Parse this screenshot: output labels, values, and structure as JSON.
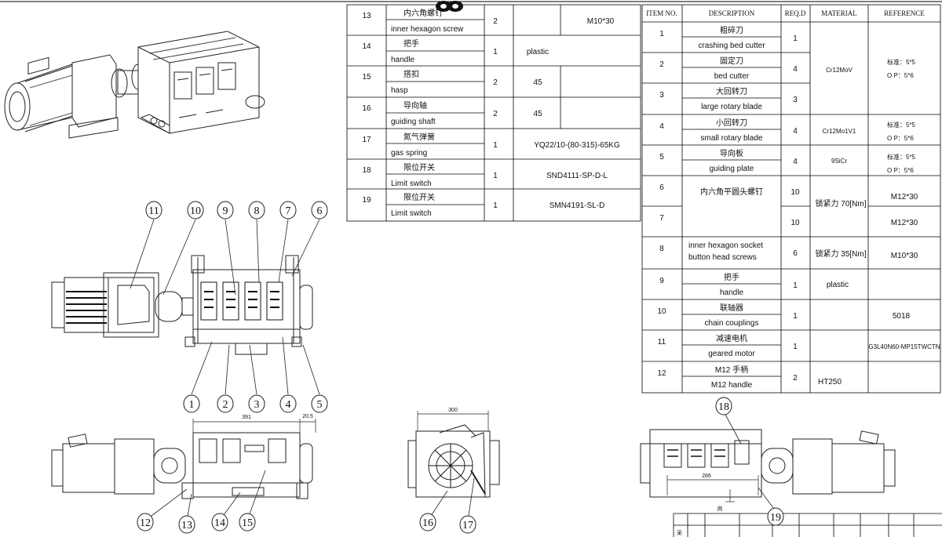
{
  "top_table": {
    "rows": [
      {
        "no": "13",
        "cn": "内六角螺钉",
        "en": "inner hexagon screw",
        "qty": "2",
        "material": "",
        "reference": "M10*30"
      },
      {
        "no": "14",
        "cn": "把手",
        "en": "handle",
        "qty": "1",
        "material": "plastic",
        "reference": ""
      },
      {
        "no": "15",
        "cn": "搭扣",
        "en": "hasp",
        "qty": "2",
        "material": "45",
        "reference": ""
      },
      {
        "no": "16",
        "cn": "导向轴",
        "en": "guiding shaft",
        "qty": "2",
        "material": "45",
        "reference": ""
      },
      {
        "no": "17",
        "cn": "氮气弹簧",
        "en": "gas spring",
        "qty": "1",
        "material": "",
        "reference": "YQ22/10-(80-315)-65KG"
      },
      {
        "no": "18",
        "cn": "限位开关",
        "en": "Limit switch",
        "qty": "1",
        "material": "",
        "reference": "SND4111-SP-D-L"
      },
      {
        "no": "19",
        "cn": "限位开关",
        "en": "Limit switch",
        "qty": "1",
        "material": "",
        "reference": "SMN4191-SL-D"
      }
    ]
  },
  "parts_table": {
    "headers": {
      "item": "ITEM NO.",
      "desc": "DESCRIPTION",
      "req": "REQ.D",
      "material": "MATERIAL",
      "reference": "REFERENCE"
    },
    "rows": [
      {
        "no": "1",
        "cn": "粗碎刀",
        "en": "crashing bed cutter",
        "qty": "1"
      },
      {
        "no": "2",
        "cn": "固定刀",
        "en": "bed cutter",
        "qty": "4"
      },
      {
        "no": "3",
        "cn": "大回转刀",
        "en": "large rotary blade",
        "qty": "3"
      },
      {
        "no": "4",
        "cn": "小回转刀",
        "en": "small rotary blade",
        "qty": "4"
      },
      {
        "no": "5",
        "cn": "导向板",
        "en": "guiding plate",
        "qty": "4"
      },
      {
        "no": "6",
        "qty": "10"
      },
      {
        "no": "7",
        "qty": "10"
      },
      {
        "no": "8",
        "qty": "6"
      },
      {
        "no": "9",
        "cn": "把手",
        "en": "handle",
        "qty": "1"
      },
      {
        "no": "10",
        "cn": "联轴器",
        "en": "chain couplings",
        "qty": "1"
      },
      {
        "no": "11",
        "cn": "减速电机",
        "en": "geared motor",
        "qty": "1"
      },
      {
        "no": "12",
        "cn": "M12 手柄",
        "en": "M12 handle",
        "qty": "2"
      }
    ],
    "screw_cn": "内六角平圆头螺钉",
    "screw_en_1": "inner hexagon socket",
    "screw_en_2": "button head screws",
    "materials": {
      "m1_2": "Cr12MoV",
      "m4": "Cr12Mo1V1",
      "m5": "9SiCr",
      "m6": "锁紧力 70[Nm]",
      "m8": "锁紧力 35[Nm]",
      "m9": "plastic",
      "m12": "HT250"
    },
    "references": {
      "std_a": "标准：5*5",
      "op_a": "O P：5*6",
      "std_b": "标准：5*5",
      "op_b": "O P：5*6",
      "std_c": "标准：5*5",
      "op_c": "O P：5*6",
      "r6": "M12*30",
      "r7": "M12*30",
      "r8": "M10*30",
      "r10": "5018",
      "r11": "G3L40N60-MP15TWCTN"
    }
  },
  "balloons": {
    "b1": "1",
    "b2": "2",
    "b3": "3",
    "b4": "4",
    "b5": "5",
    "b6": "6",
    "b7": "7",
    "b8": "8",
    "b9": "9",
    "b10": "10",
    "b11": "11",
    "b12": "12",
    "b13": "13",
    "b14": "14",
    "b15": "15",
    "b16": "16",
    "b17": "17",
    "b18": "18",
    "b19": "19"
  },
  "dimensions": {
    "d391": "391",
    "d20": "20.5",
    "d300": "300",
    "d286": "286"
  },
  "title_block": {
    "cell_a": "尚",
    "cell_b": "采"
  }
}
